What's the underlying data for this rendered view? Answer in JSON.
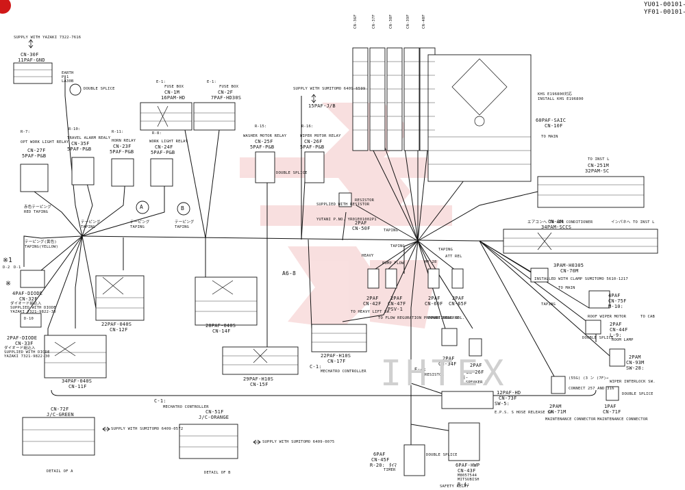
{
  "header": {
    "doc_id_1": "YU01-00101-",
    "doc_id_2": "YF01-00101-"
  },
  "watermark": "IHTEX",
  "notes": {
    "supply_yazaki_top": "SUPPLY WITH YAZAKI 7322-7616",
    "supply_sumitomo_top": "SUPPLY WITH SUMITOMO 6409-6599",
    "to_main": "TO MAIN",
    "supplied_with_resistor": "SUPPLIED WITH RESISTOR",
    "yutani_pno": "YUTANI P.NO. YR01E01002P1",
    "installed_clamp": "INSTALLED WITH CLAMP SUMITOMO 5610-1217",
    "to_main_2": "TO MAIN",
    "to_cab": "TO CAB",
    "to_heavy_lift": "TO HEAVY LIFT SW.",
    "to_flow_reg": "TO FLOW REGURATION PROPORTIONAL SOL.",
    "to_inst_l": "TO INST L",
    "to_inst_l_jp": "インパネへ TO INST L",
    "to_ac_jp": "エアコンへ TO AIR CONDITIONER",
    "supply_sumitomo_a": "SUPPLY WITH SUMITOMO 6409-0572",
    "supply_sumitomo_b": "SUPPLY WITH SUMITOMO 6409-0075",
    "connect_note": "CONNECT 257 AND 316",
    "eps_release": "E.P.S. S HOSE RELEASE SW.",
    "xr1": "※1",
    "xr": "※",
    "a6_8": "A6-8",
    "detail_a": "DETAIL OF A",
    "detail_b": "DETAIL OF B",
    "circle_a": "A",
    "circle_b": "B",
    "kirikae": "(55G) (3 ン (7F)→"
  },
  "taping": {
    "taping": "TAPING",
    "taping_jp": "テーピング",
    "red_taping_jp": "赤色テーピング",
    "red_taping": "RED TAPING",
    "yellow_taping_jp": "テーピング(黄色)",
    "yellow_taping": "TAPING(YELLOW)"
  },
  "connectors": {
    "cn30f": {
      "id": "CN-30F",
      "spec": "11PAF-GND"
    },
    "earth": {
      "label": "EARTH",
      "id": "P-1",
      "code": "LA30B"
    },
    "double_splice": "DOUBLE SPLICE",
    "fuse_e1a": {
      "ref": "E-1:",
      "name": "FUSE BOX",
      "id": "CN-1M",
      "spec": "16PAM-HD"
    },
    "fuse_e1b": {
      "ref": "E-1:",
      "name": "FUSE BOX",
      "id": "CN-2F",
      "spec": "7PAF-HD30S"
    },
    "r7": {
      "ref": "R-7:",
      "name": "OPT WORK LIGHT RELAY",
      "id": "CN-27F",
      "spec": "5PAF-P&B"
    },
    "r10": {
      "ref": "R-10:",
      "name": "TRAVEL ALARM REALY",
      "id": "CN-35F",
      "spec": "5PAF-P&B"
    },
    "r11": {
      "ref": "R-11:",
      "name": "HORN RELAY",
      "id": "CN-23F",
      "spec": "5PAF-P&B"
    },
    "r8": {
      "ref": "R-8:",
      "name": "WORK LIGHT RELAY",
      "id": "CN-24F",
      "spec": "5PAF-P&B"
    },
    "r15": {
      "ref": "R-15:",
      "name": "WASHER MOTOR RELAY",
      "id": "CN-25F",
      "spec": "5PAF-P&B"
    },
    "r16": {
      "ref": "R-16:",
      "name": "WIPER MOTOR RELAY",
      "id": "CN-26F",
      "spec": "5PAF-P&B"
    },
    "cn15": {
      "spec": "15PAF-J/B"
    },
    "cn32f": {
      "ref": "D-1",
      "ref2": "D-2",
      "spec": "4PAF-DIODE",
      "id": "CN-32F",
      "note1": "ダイオード組込入",
      "note2": "SUPPLIED WITH DIODE",
      "note3": "YAZAKI 7321-9822-30"
    },
    "cn33f": {
      "ref": "D-10",
      "spec": "2PAF-DIODE",
      "id": "CN-33F",
      "note1": "ダイオード組込入",
      "note2": "SUPPLIED WITH DIODE",
      "note3": "YAZAKI 7321-9822-30"
    },
    "cn11f": {
      "spec": "34PAF-040S",
      "id": "CN-11F"
    },
    "cn12f": {
      "spec": "22PAF-040S",
      "id": "CN-12F"
    },
    "cn14f": {
      "spec": "28PAF-040S",
      "id": "CN-14F"
    },
    "cn15f": {
      "spec": "29PAF-H10S",
      "id": "CN-15F"
    },
    "cn17f": {
      "spec": "22PAF-H10S",
      "id": "CN-17F"
    },
    "c1_mc": {
      "ref": "C-1:",
      "name": "MECHATRO CONTROLLER"
    },
    "c1_mc2": {
      "ref": "C-1:",
      "name": "MECHATRO CONTROLLER"
    },
    "cn10f": {
      "spec": "60PAF-SAIC",
      "id": "CN-10F",
      "note1": "KHS E196800対応",
      "note2": "INSTALL KHS E196800"
    },
    "cn36f": "CN-36F",
    "cn37f": "CN-37F",
    "cn38f": "CN-38F",
    "cn39f": "CN-39F",
    "cn40f": "CN-40F",
    "cn251m": {
      "id": "CN-251M",
      "spec": "32PAM-SC"
    },
    "cn3m": {
      "id": "CN-3M",
      "spec": "34PAM-SCCS"
    },
    "cn70m": {
      "spec": "3PAM-H0305",
      "id": "CN-70M"
    },
    "cn50f": {
      "spec": "2PAF",
      "id": "CN-50F"
    },
    "cn42f": {
      "spec": "2PAF",
      "id": "CN-42F",
      "tag": "HEAVY"
    },
    "cn47f": {
      "spec": "2PAF",
      "id": "CN-47F",
      "extra": "PSV-1",
      "tag": "PUMP FLOW"
    },
    "cn60f": {
      "spec": "2PAF",
      "id": "CN-60F",
      "tag": "HY 28"
    },
    "cn65f": {
      "spec": "2PAF",
      "id": "CN-65F",
      "tag": "ATT REL"
    },
    "power_reserve": "POWER RESERVE",
    "cn75f": {
      "spec": "4PAF",
      "id": "CN-75F",
      "ref": "M-10:",
      "name": "ROOF WIPER MOTOR"
    },
    "cn44f": {
      "spec": "2PAF",
      "id": "CN-44F",
      "ref": "L-9:",
      "name": "ROOM LAMP"
    },
    "cn93m": {
      "spec": "2PAM",
      "id": "CN-93M",
      "ref": "SW-28:",
      "name": "WIPER INTERLOCK SW."
    },
    "cn34f": {
      "spec": "2PAF",
      "id": "CN-34F",
      "ref": "E-4:",
      "name": "RESISTOR"
    },
    "cn26f": {
      "spec": "2PAF",
      "id": "CN-26F",
      "ref": "E-",
      "name": "SPEAKER L"
    },
    "cn73f": {
      "spec": "12PAF-HD",
      "id": "CN-73F",
      "ref": "SW-5:"
    },
    "cn71m": {
      "spec": "2PAM",
      "id": "CN-71M",
      "name": "MAINTENANCE CONNECTOR"
    },
    "cn71f": {
      "spec": "1PAF",
      "id": "CN-71F",
      "name": "MAINTENANCE CONNECTOR"
    },
    "cn45f": {
      "spec": "6PAF",
      "id": "CN-45F",
      "ref": "R-20:",
      "name_jp": "ﾀｲﾏ",
      "name": "TIMER"
    },
    "cn43f": {
      "spec": "6PAF-HWP",
      "id": "CN-43F",
      "code1": "M8057544",
      "code2": "MITSUBISH",
      "ref": "R-4:",
      "name": "SAFETY RELAY"
    },
    "cn72f": {
      "id": "CN-72F",
      "name": "J/C-GREEN"
    },
    "cn51f": {
      "id": "CN-51F",
      "name": "J/C-ORANGE"
    },
    "c1_lbl": "C-1:",
    "c1_name": "MECHATRO CONTROLLER",
    "resistor": "RESISTOR",
    "taping_label": "TAPING"
  }
}
